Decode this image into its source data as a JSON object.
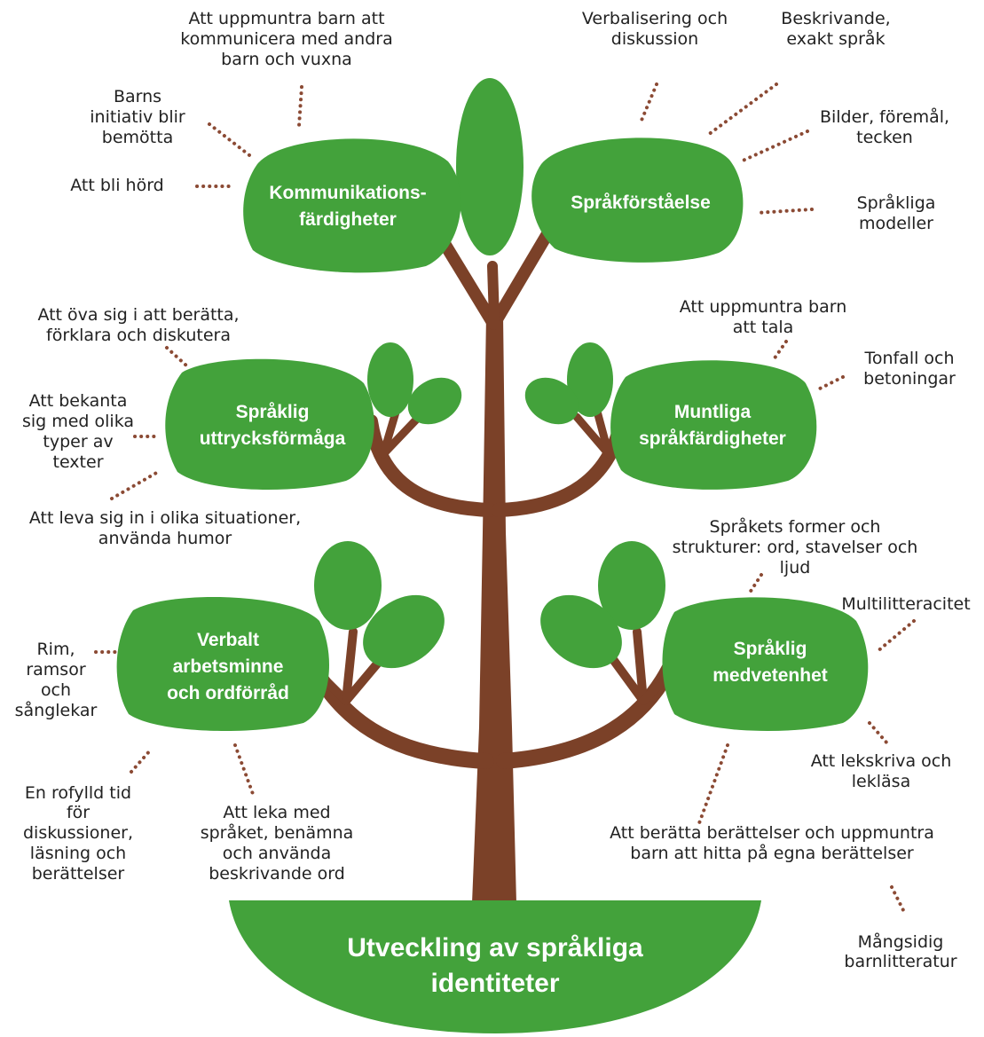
{
  "colors": {
    "leaf": "#43a23b",
    "trunk": "#7b4128",
    "dots": "#8b4a34",
    "text": "#222222"
  },
  "base": {
    "line1": "Utveckling av språkliga",
    "line2": "identiteter"
  },
  "blobs": {
    "kommunikation": {
      "line1": "Kommunikations-",
      "line2": "färdigheter"
    },
    "sprakforstaelse": {
      "line1": "Språkförståelse"
    },
    "uttryck": {
      "line1": "Språklig",
      "line2": "uttrycksförmåga"
    },
    "muntliga": {
      "line1": "Muntliga",
      "line2": "språkfärdigheter"
    },
    "verbalt": {
      "line1": "Verbalt",
      "line2": "arbetsminne",
      "line3": "och ordförråd"
    },
    "medvetenhet": {
      "line1": "Språklig",
      "line2": "medvetenhet"
    }
  },
  "labels": {
    "uppmuntra_kommunicera": [
      "Att uppmuntra barn att",
      "kommunicera med andra",
      "barn och vuxna"
    ],
    "barns_initiativ": [
      "Barns",
      "initiativ blir",
      "bemötta"
    ],
    "bli_hord": [
      "Att bli hörd"
    ],
    "verbalisering": [
      "Verbalisering och",
      "diskussion"
    ],
    "beskrivande": [
      "Beskrivande,",
      "exakt språk"
    ],
    "bilder": [
      "Bilder, föremål,",
      "tecken"
    ],
    "modeller": [
      "Språkliga",
      "modeller"
    ],
    "ova_beratta": [
      "Att öva sig i att berätta,",
      "förklara och diskutera"
    ],
    "bekanta": [
      "Att bekanta",
      "sig med olika",
      "typer av",
      "texter"
    ],
    "leva_sig_in": [
      "Att leva sig in i olika situationer,",
      "använda humor"
    ],
    "uppmuntra_tala": [
      "Att uppmuntra barn",
      "att tala"
    ],
    "tonfall": [
      "Tonfall och",
      "betoningar"
    ],
    "rim": [
      "Rim,",
      "ramsor",
      "och",
      "sånglekar"
    ],
    "rofylld": [
      "En rofylld tid",
      "för",
      "diskussioner,",
      "läsning och",
      "berättelser"
    ],
    "leka_med": [
      "Att leka med",
      "språket, benämna",
      "och använda",
      "beskrivande ord"
    ],
    "former": [
      "Språkets former och",
      "strukturer: ord, stavelser och",
      "ljud"
    ],
    "multilitteracitet": [
      "Multilitteracitet"
    ],
    "lekskriva": [
      "Att lekskriva och",
      "lekläsa"
    ],
    "beratta": [
      "Att berätta berättelser och uppmuntra",
      "barn att hitta på egna berättelser"
    ],
    "mangsidig": [
      "Mångsidig",
      "barnlitteratur"
    ]
  }
}
